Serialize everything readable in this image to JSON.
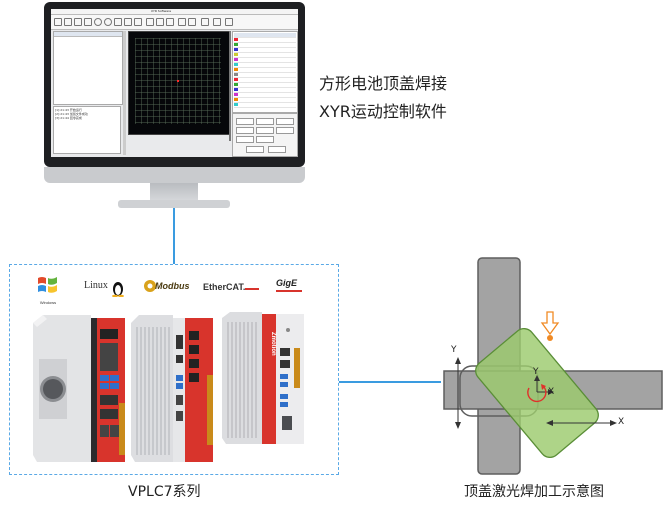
{
  "monitor": {
    "software_title": "XYR Software",
    "log_lines": [
      "[1]:21:43 开始运行",
      "[2]:21:43 加载文件成功",
      "[3]:21:44 回零完成"
    ]
  },
  "captions": {
    "software_line1": "方形电池顶盖焊接",
    "software_line2": "XYR运动控制软件",
    "controller_series": "VPLC7系列",
    "weld_diagram": "顶盖激光焊加工示意图"
  },
  "logos": {
    "windows": "Windows",
    "linux": "Linux",
    "modbus": "Modbus",
    "ethercat": "EtherCAT.",
    "gige": "GigE"
  },
  "controllers": {
    "brand_label": "Zmotion"
  },
  "weld_axes": {
    "y_outer": "Y",
    "y_inner": "Y",
    "x_inner": "X",
    "x_outer": "X"
  },
  "colors": {
    "connector_line": "#3a9be0",
    "dashed_border": "#5aa9e6",
    "controller_red": "#d8342c",
    "battery_green": "#9ccb6e",
    "weld_point": "#f08a24",
    "rotation_arrow": "#e0302a",
    "gray_bar": "#a3a3a3"
  }
}
